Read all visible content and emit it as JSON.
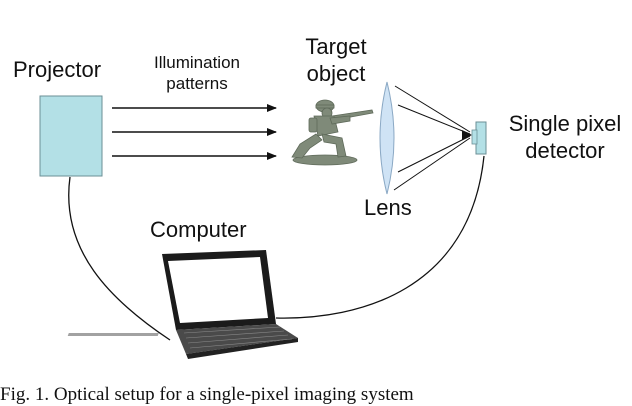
{
  "top_line": "",
  "labels": {
    "projector": "Projector",
    "illumination_line1": "Illumination",
    "illumination_line2": "patterns",
    "target_line1": "Target",
    "target_line2": "object",
    "detector_line1": "Single pixel",
    "detector_line2": "detector",
    "lens": "Lens",
    "computer": "Computer"
  },
  "caption": "Fig. 1. Optical setup for a single-pixel imaging system",
  "colors": {
    "projector_fill": "#b3e0e6",
    "projector_stroke": "#6b8f96",
    "lens_fill": "#cfe3f5",
    "soldier": "#7f8a79",
    "detector_fill": "#b3e0e6",
    "line": "#111111"
  },
  "icons": [
    "projector-box",
    "soldier-figure",
    "lens-shape",
    "detector-box",
    "laptop-icon"
  ]
}
